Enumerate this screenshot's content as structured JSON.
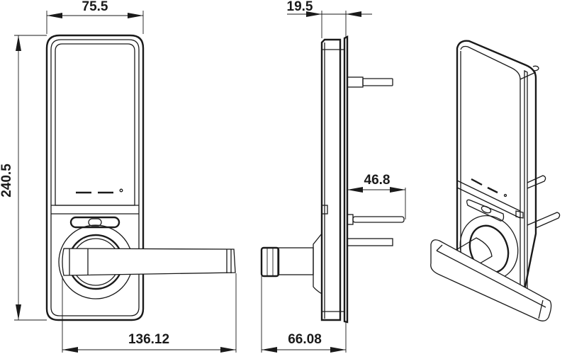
{
  "drawing": {
    "subject": "Digital door lock with lever handle",
    "views": [
      "front-view",
      "side-view",
      "perspective-view"
    ],
    "line_color": "#1a1a1a",
    "background": "#ffffff"
  },
  "dimensions": {
    "front_width": "75.5",
    "front_height": "240.5",
    "lever_length": "136.12",
    "side_thickness": "19.5",
    "spindle_length": "46.8",
    "side_projection": "66.08"
  }
}
